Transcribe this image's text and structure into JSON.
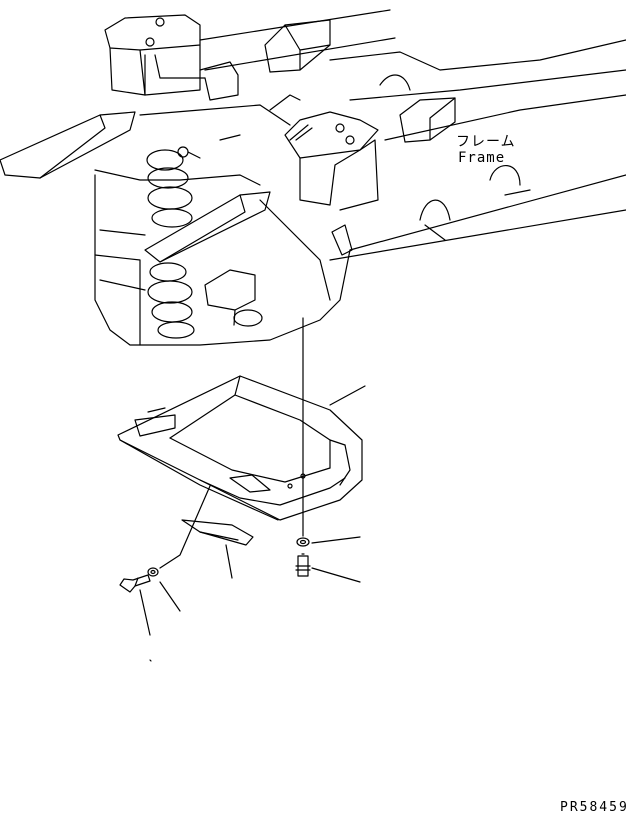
{
  "labels": {
    "frame_jp": "フレーム",
    "frame_en": "Frame",
    "drawing_code": "PR58459"
  },
  "colors": {
    "line": "#000000",
    "background": "#ffffff"
  }
}
